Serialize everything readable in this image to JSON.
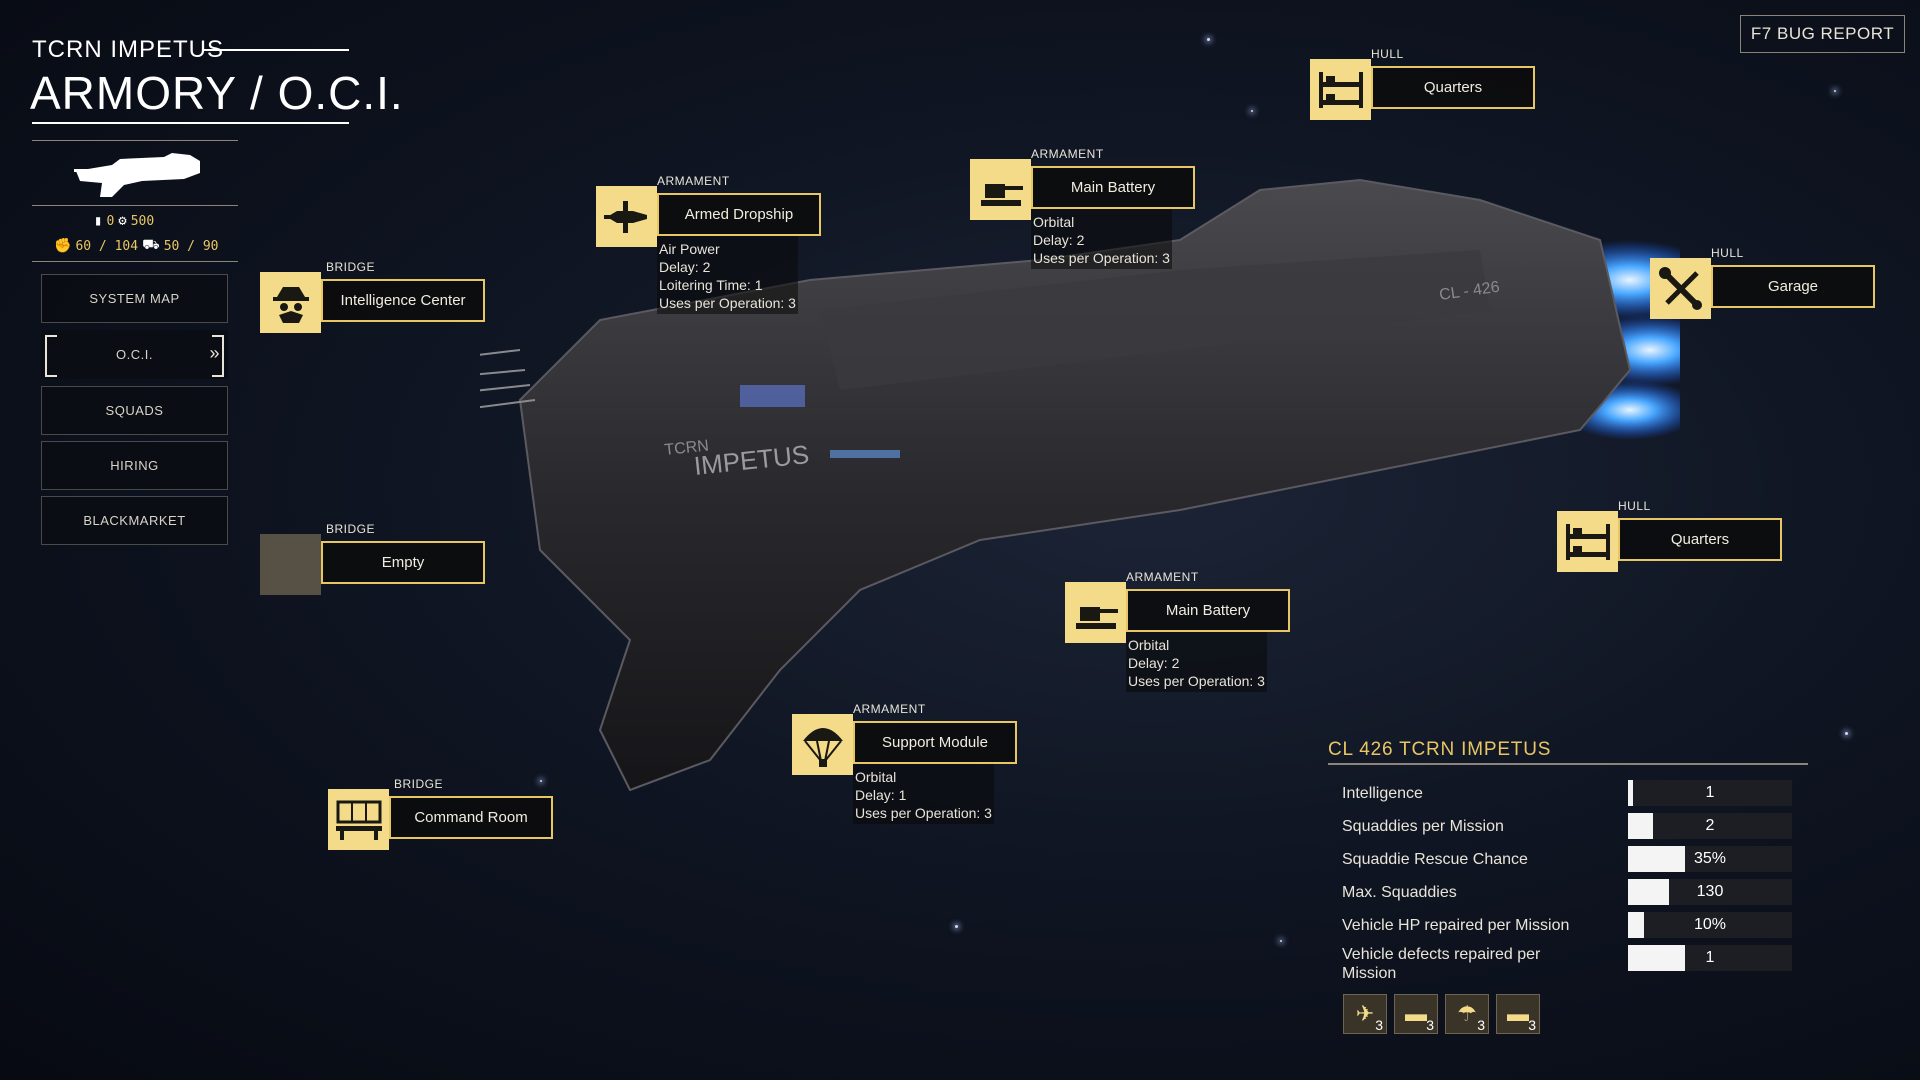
{
  "header": {
    "subtitle": "TCRN IMPETUS",
    "title": "ARMORY / O.C.I."
  },
  "resources": {
    "r1": "0",
    "r2": "500",
    "r3": "60 / 104",
    "r4": "50 / 90"
  },
  "nav": [
    {
      "label": "SYSTEM MAP"
    },
    {
      "label": "O.C.I.",
      "active": true
    },
    {
      "label": "SQUADS"
    },
    {
      "label": "HIRING"
    },
    {
      "label": "BLACKMARKET"
    }
  ],
  "bug_report": "F7  BUG REPORT",
  "ship_hull_text": {
    "tcrn": "TCRN",
    "name": "IMPETUS",
    "reg": "CL - 426"
  },
  "modules": {
    "intel": {
      "category": "BRIDGE",
      "name": "Intelligence Center"
    },
    "empty": {
      "category": "BRIDGE",
      "name": "Empty"
    },
    "command": {
      "category": "BRIDGE",
      "name": "Command Room"
    },
    "dropship": {
      "category": "ARMAMENT",
      "name": "Armed Dropship",
      "details": [
        "Air Power",
        "Delay: 2",
        "Loitering Time: 1",
        "Uses per Operation: 3"
      ]
    },
    "battery1": {
      "category": "ARMAMENT",
      "name": "Main Battery",
      "details": [
        "Orbital",
        "Delay: 2",
        "Uses per Operation: 3"
      ]
    },
    "battery2": {
      "category": "ARMAMENT",
      "name": "Main Battery",
      "details": [
        "Orbital",
        "Delay: 2",
        "Uses per Operation: 3"
      ]
    },
    "support": {
      "category": "ARMAMENT",
      "name": "Support Module",
      "details": [
        "Orbital",
        "Delay: 1",
        "Uses per Operation: 3"
      ]
    },
    "quarters1": {
      "category": "HULL",
      "name": "Quarters"
    },
    "garage": {
      "category": "HULL",
      "name": "Garage"
    },
    "quarters2": {
      "category": "HULL",
      "name": "Quarters"
    }
  },
  "stats": {
    "title": "CL 426 TCRN IMPETUS",
    "rows": [
      {
        "label": "Intelligence",
        "value": "1",
        "fill": 0.03
      },
      {
        "label": "Squaddies per Mission",
        "value": "2",
        "fill": 0.15
      },
      {
        "label": "Squaddie Rescue Chance",
        "value": "35%",
        "fill": 0.35
      },
      {
        "label": "Max. Squaddies",
        "value": "130",
        "fill": 0.25
      },
      {
        "label": "Vehicle HP repaired per Mission",
        "value": "10%",
        "fill": 0.1
      },
      {
        "label": "Vehicle defects repaired per Mission",
        "value": "1",
        "fill": 0.35
      }
    ]
  },
  "summary": [
    {
      "icon": "dropship-icon",
      "count": "3"
    },
    {
      "icon": "battery-icon",
      "count": "3"
    },
    {
      "icon": "parachute-icon",
      "count": "3"
    },
    {
      "icon": "battery-icon",
      "count": "3"
    }
  ]
}
